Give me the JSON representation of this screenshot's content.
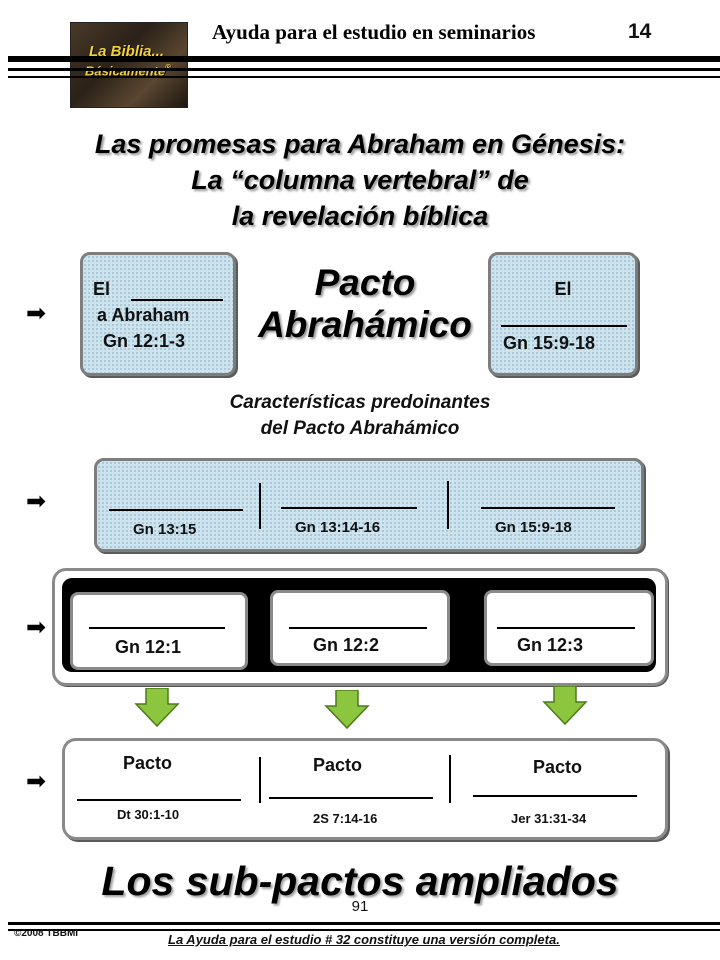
{
  "header": {
    "logo_line1": "La Biblia...",
    "logo_line2": "Básicamente",
    "logo_mark": "®",
    "title": "Ayuda para el estudio en seminarios",
    "page_number": "14"
  },
  "main_title": {
    "line1": "Las promesas para Abraham en Génesis:",
    "line2": "La “columna vertebral” de",
    "line3": "la revelación bíblica"
  },
  "pacto": {
    "line1": "Pacto",
    "line2": "Abrahámico"
  },
  "left_box": {
    "el": "El",
    "line2": "a Abraham",
    "ref": "Gn 12:1-3"
  },
  "right_box": {
    "el": "El",
    "ref": "Gn 15:9-18"
  },
  "characteristics": {
    "line1": "Características  predoinantes",
    "line2": "del Pacto Abrahámico"
  },
  "characteristics_row": [
    {
      "ref": "Gn 13:15"
    },
    {
      "ref": "Gn 13:14-16"
    },
    {
      "ref": "Gn 15:9-18"
    }
  ],
  "promise_row": [
    {
      "ref": "Gn 12:1"
    },
    {
      "ref": "Gn 12:2"
    },
    {
      "ref": "Gn 12:3"
    }
  ],
  "subpactos_row": [
    {
      "label": "Pacto",
      "ref": "Dt 30:1-10"
    },
    {
      "label": "Pacto",
      "ref": "2S 7:14-16"
    },
    {
      "label": "Pacto",
      "ref": "Jer 31:31-34"
    }
  ],
  "subpactos_title": "Los sub-pactos ampliados",
  "slide_number": "91",
  "footer": {
    "copyright": "©2008 TBBMI",
    "note": "La Ayuda para el estudio # 32 constituye una versión completa."
  },
  "colors": {
    "box_fill": "#cde4ef",
    "arrow_green": "#8cc63e",
    "border_gray": "#8a8a8a"
  },
  "icons": [
    "right-arrow-icon",
    "down-arrow-icon"
  ]
}
